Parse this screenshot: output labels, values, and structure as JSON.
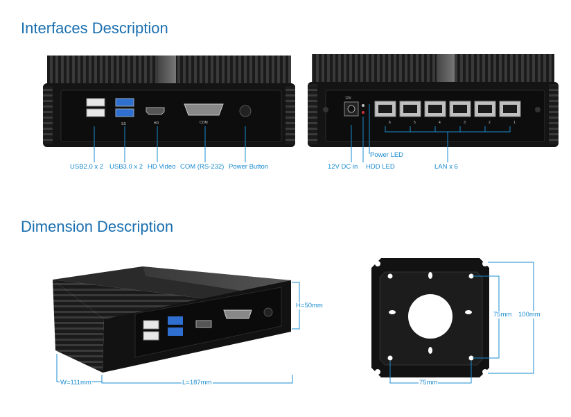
{
  "headings": {
    "interfaces": "Interfaces Description",
    "dimension": "Dimension Description"
  },
  "front_labels": {
    "usb2": "USB2.0 x 2",
    "usb3": "USB3.0 x 2",
    "hd": "HD Video",
    "com": "COM (RS-232)",
    "power": "Power Button"
  },
  "rear_labels": {
    "dc": "12V DC in",
    "hdd": "HDD LED",
    "power_led": "Power LED",
    "lan": "LAN x 6"
  },
  "dimensions": {
    "height": "H=50mm",
    "width": "W=111mm",
    "length": "L=187mm",
    "mount_inner_v": "75mm",
    "mount_outer_v": "100mm",
    "mount_inner_h": "75mm"
  },
  "panel_text": {
    "usb3_logo": "SS",
    "hd_logo": "HD",
    "com_logo": "COM",
    "dc_logo": "12V",
    "lan_ports": [
      "6",
      "5",
      "4",
      "3",
      "2",
      "1"
    ]
  },
  "colors": {
    "accent": "#1a8bd0",
    "heading": "#1a6fb0",
    "chassis": "#141414"
  }
}
